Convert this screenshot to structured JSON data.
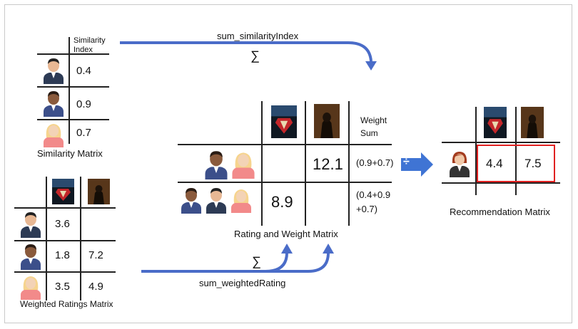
{
  "colors": {
    "flow_arrow": "#4a6cc8",
    "divide_arrow": "#3f74d4",
    "highlight_border": "#e02020",
    "grid_line": "#222222"
  },
  "similarity_matrix": {
    "header": "Similarity Index",
    "rows": [
      {
        "user": "user-dark-hair-icon",
        "value": "0.4"
      },
      {
        "user": "user-dark-skin-icon",
        "value": "0.9"
      },
      {
        "user": "user-blonde-icon",
        "value": "0.7"
      }
    ],
    "caption": "Similarity Matrix"
  },
  "weighted_ratings_matrix": {
    "columns": [
      "movie-poster-superman-icon",
      "movie-poster-batman-icon"
    ],
    "rows": [
      {
        "user": "user-dark-hair-icon",
        "values": [
          "3.6",
          ""
        ]
      },
      {
        "user": "user-dark-skin-icon",
        "values": [
          "1.8",
          "7.2"
        ]
      },
      {
        "user": "user-blonde-icon",
        "values": [
          "3.5",
          "4.9"
        ]
      }
    ],
    "caption": "Weighted Ratings Matrix"
  },
  "rating_weight_matrix": {
    "weight_header": "Weight Sum",
    "rows": [
      {
        "values": [
          "",
          "12.1"
        ],
        "weight": "(0.9+0.7)"
      },
      {
        "values": [
          "8.9",
          ""
        ],
        "weight": "(0.4+0.9 +0.7)"
      }
    ],
    "caption": "Rating and Weight Matrix"
  },
  "recommendation_matrix": {
    "values": [
      "4.4",
      "7.5"
    ],
    "caption": "Recommendation Matrix"
  },
  "flows": {
    "top_label": "sum_similarityIndex",
    "top_symbol": "∑",
    "bottom_label": "sum_weightedRating",
    "bottom_symbol": "∑",
    "divide_symbol": "÷"
  }
}
